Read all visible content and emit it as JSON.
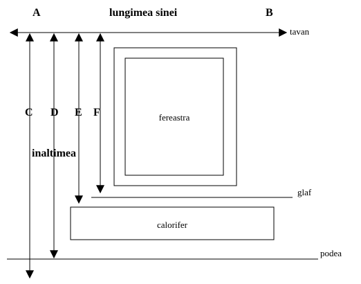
{
  "labels": {
    "a": "A",
    "b": "B",
    "c": "C",
    "d": "D",
    "e": "E",
    "f": "F",
    "rail_length": "lungimea sinei",
    "height": "inaltimea",
    "ceiling": "tavan",
    "sill": "glaf",
    "floor": "podea",
    "window": "fereastra",
    "radiator": "calorifer"
  }
}
